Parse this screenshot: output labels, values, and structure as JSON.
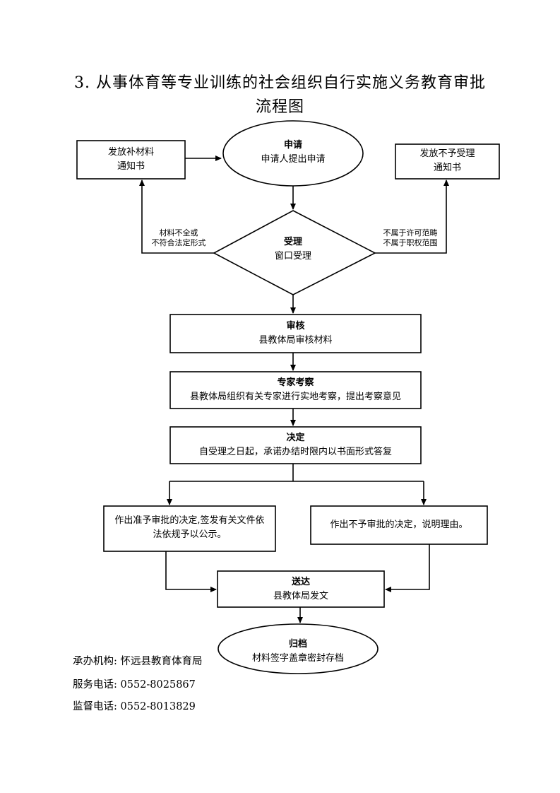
{
  "title": {
    "line1": "3. 从事体育等专业训练的社会组织自行实施义务教育审批",
    "line2": "流程图"
  },
  "nodes": {
    "apply": {
      "head": "申请",
      "body": "申请人提出申请"
    },
    "supplement": {
      "line1": "发放补材料",
      "line2": "通知书"
    },
    "reject_notice": {
      "line1": "发放不予受理",
      "line2": "通知书"
    },
    "accept": {
      "head": "受理",
      "body": "窗口受理"
    },
    "review": {
      "head": "审核",
      "body": "县教体局审核材料"
    },
    "expert": {
      "head": "专家考察",
      "body": "县教体局组织有关专家进行实地考察，提出考察意见"
    },
    "decide": {
      "head": "决定",
      "body": "自受理之日起，承诺办结时限内以书面形式答复"
    },
    "approve": {
      "line1": "作出准予审批的决定,签发有关文件依",
      "line2": "法依规予以公示。"
    },
    "deny": {
      "body": "作出不予审批的决定，说明理由。"
    },
    "deliver": {
      "head": "送达",
      "body": "县教体局发文"
    },
    "archive": {
      "head": "归档",
      "body": "材料签字盖章密封存档"
    }
  },
  "edge_labels": {
    "left_line1": "材料不全或",
    "left_line2": "不符合法定形式",
    "right_line1": "不属于许可范畴",
    "right_line2": "不属于职权范围"
  },
  "footer": {
    "org_label": "承办机构:",
    "org_value": "怀远县教育体育局",
    "phone_label": "服务电话:",
    "phone_value": "0552-8025867",
    "supervise_label": "监督电话:",
    "supervise_value": "0552-8013829"
  }
}
